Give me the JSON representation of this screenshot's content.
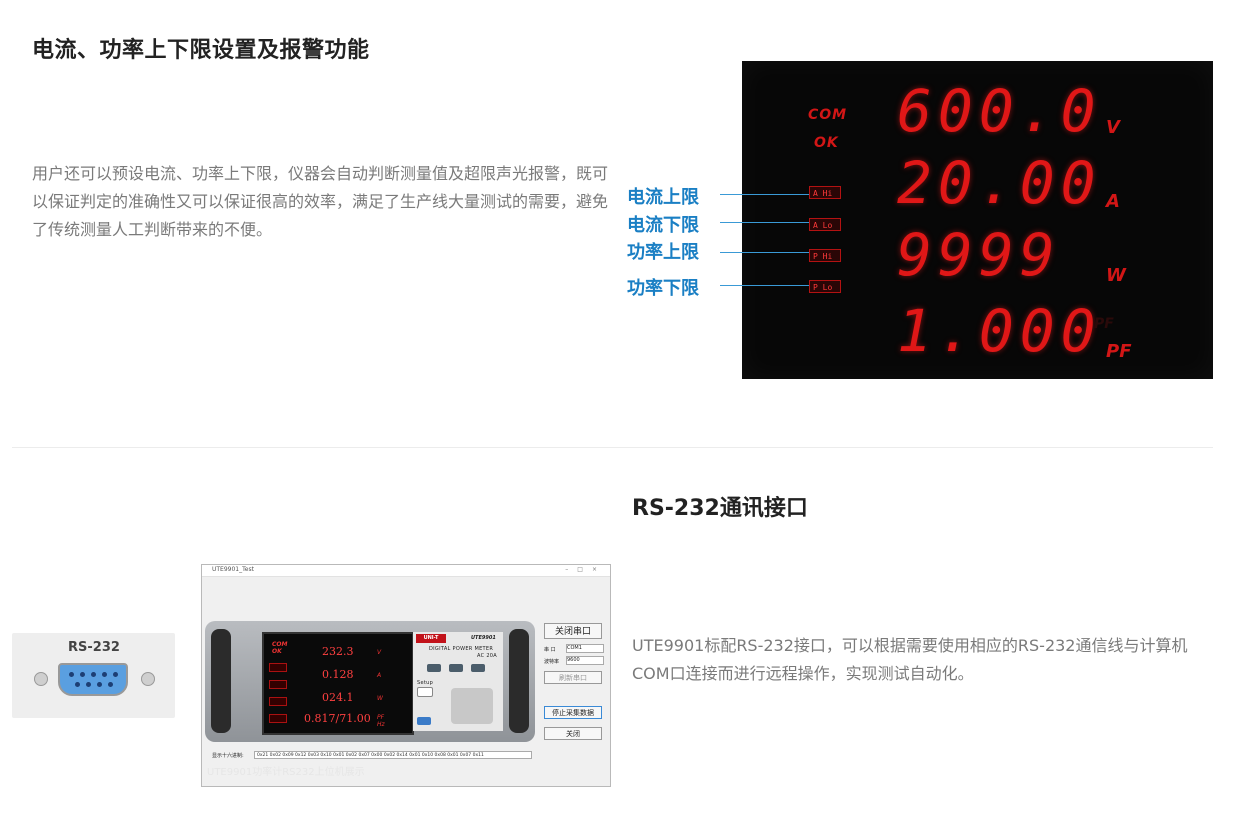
{
  "section1": {
    "heading": "电流、功率上下限设置及报警功能",
    "body": "用户还可以预设电流、功率上下限，仪器会自动判断测量值及超限声光报警，既可以保证判定的准确性又可以保证很高的效率，满足了生产线大量测试的需要，避免了传统测量人工判断带来的不便。",
    "display": {
      "indicators": [
        "COM",
        "OK"
      ],
      "readings": [
        {
          "value": "600.0",
          "unit": "V"
        },
        {
          "value": "20.00",
          "unit": "A"
        },
        {
          "value": "9999",
          "unit": "W"
        },
        {
          "value": "1.000",
          "unit": "PF"
        }
      ],
      "ghost_unit": "PF",
      "limit_tags": [
        "A Hi",
        "A Lo",
        "P Hi",
        "P Lo"
      ]
    },
    "callouts": [
      "电流上限",
      "电流下限",
      "功率上限",
      "功率下限"
    ],
    "accent_color": "#1a7fc4",
    "display_color": "#e01717"
  },
  "section2": {
    "heading": "RS-232通讯接口",
    "body": "UTE9901标配RS-232接口，可以根据需要使用相应的RS-232通信线与计算机COM口连接而进行远程操作，实现测试自动化。",
    "connector_label": "RS-232",
    "software": {
      "window_title": "UTE9901_Test",
      "window_controls": [
        "–",
        "□",
        "×"
      ],
      "screen": {
        "indicators": [
          "COM",
          "OK"
        ],
        "readings": [
          {
            "value": "232.3",
            "unit": "V"
          },
          {
            "value": "0.128",
            "unit": "A"
          },
          {
            "value": "024.1",
            "unit": "W"
          },
          {
            "value": "0.817/71.00",
            "unit": "PF Hz"
          }
        ]
      },
      "brand": "UNI-T",
      "model": "UTE9901",
      "product": "DIGITAL POWER METER",
      "rating": "AC 20A",
      "setup_label": "Setup",
      "buttons": {
        "close_port": "关闭串口",
        "port_label": "串 口",
        "port_value": "COM1",
        "baud_label": "波特率",
        "baud_value": "9600",
        "open_port": "刷新串口",
        "stop_collect": "停止采集数据",
        "close": "关闭"
      },
      "hex_label": "显示十六进制:",
      "hex_value": "0x21 0x02 0x09 0x12 0x03 0x10 0x01 0x02 0x07 0x00 0x02 0x14 0x01 0x10 0x08 0x01 0x07 0x11",
      "caption": "UTE9901功率计RS232上位机展示"
    }
  }
}
